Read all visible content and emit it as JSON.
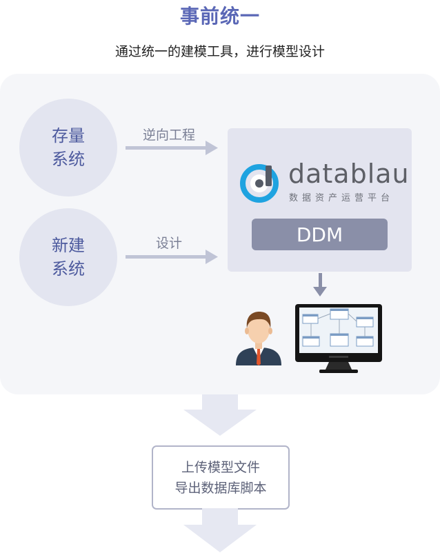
{
  "header": {
    "title": "事前统一",
    "subtitle": "通过统一的建模工具，进行模型设计"
  },
  "sources": [
    {
      "line1": "存量",
      "line2": "系统"
    },
    {
      "line1": "新建",
      "line2": "系统"
    }
  ],
  "arrows": {
    "reverse_engineering": "逆向工程",
    "design": "设计"
  },
  "platform": {
    "brand_name": "datablau",
    "brand_tagline": "数据资产运营平台",
    "product_button": "DDM"
  },
  "output": {
    "line1": "上传模型文件",
    "line2": "导出数据库脚本"
  },
  "colors": {
    "title": "#5a67b6",
    "panel_bg": "#f5f6f9",
    "circle_bg": "#e3e5f0",
    "arrow": "#c0c4d6",
    "logo_blue": "#1fa3e0",
    "ddm_button": "#8a8fa8"
  },
  "icons": [
    "person-icon",
    "monitor-icon",
    "datablau-logo-icon"
  ]
}
